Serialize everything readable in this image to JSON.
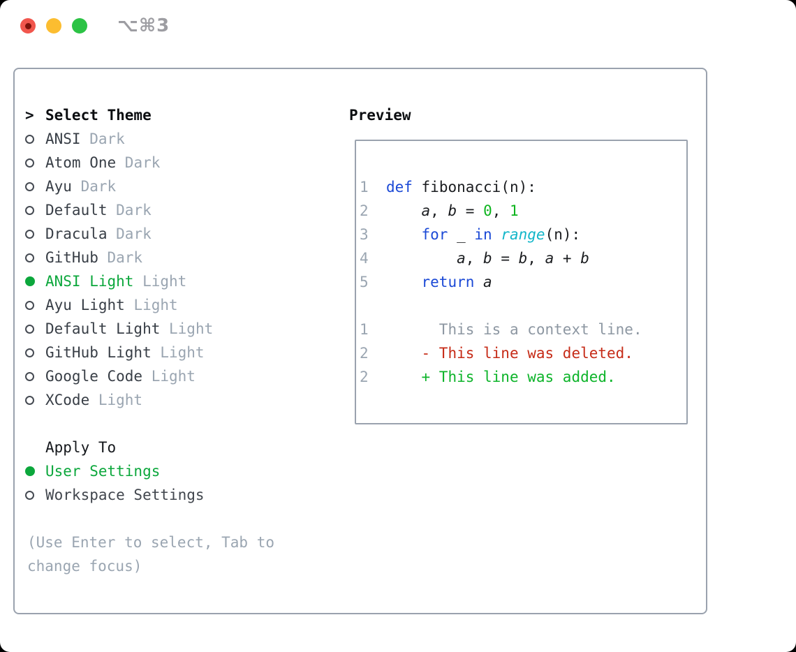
{
  "window": {
    "shortcut": "⌥⌘3",
    "traffic_lights": {
      "close": "red",
      "minimize": "yellow",
      "zoom": "green"
    }
  },
  "theme_panel": {
    "header_prefix": ">",
    "header": "Select Theme",
    "items": [
      {
        "name": "ANSI",
        "variant": "Dark",
        "selected": false
      },
      {
        "name": "Atom One",
        "variant": "Dark",
        "selected": false
      },
      {
        "name": "Ayu",
        "variant": "Dark",
        "selected": false
      },
      {
        "name": "Default",
        "variant": "Dark",
        "selected": false
      },
      {
        "name": "Dracula",
        "variant": "Dark",
        "selected": false
      },
      {
        "name": "GitHub",
        "variant": "Dark",
        "selected": false
      },
      {
        "name": "ANSI Light",
        "variant": "Light",
        "selected": true
      },
      {
        "name": "Ayu Light",
        "variant": "Light",
        "selected": false
      },
      {
        "name": "Default Light",
        "variant": "Light",
        "selected": false
      },
      {
        "name": "GitHub Light",
        "variant": "Light",
        "selected": false
      },
      {
        "name": "Google Code",
        "variant": "Light",
        "selected": false
      },
      {
        "name": "XCode",
        "variant": "Light",
        "selected": false
      }
    ],
    "apply_to": {
      "header": "Apply To",
      "options": [
        {
          "label": "User Settings",
          "selected": true
        },
        {
          "label": "Workspace Settings",
          "selected": false
        }
      ]
    },
    "help_text": "(Use Enter to select, Tab to change focus)"
  },
  "preview": {
    "header": "Preview",
    "code_lines": [
      {
        "num": "1",
        "segments": [
          [
            "plain",
            "  "
          ],
          [
            "kw",
            "def"
          ],
          [
            "plain",
            " fibonacci(n):"
          ]
        ]
      },
      {
        "num": "2",
        "segments": [
          [
            "plain",
            "      "
          ],
          [
            "var",
            "a"
          ],
          [
            "plain",
            ", "
          ],
          [
            "var",
            "b"
          ],
          [
            "plain",
            " = "
          ],
          [
            "numlit",
            "0"
          ],
          [
            "plain",
            ", "
          ],
          [
            "numlit",
            "1"
          ]
        ]
      },
      {
        "num": "3",
        "segments": [
          [
            "plain",
            "      "
          ],
          [
            "kw",
            "for"
          ],
          [
            "plain",
            " _ "
          ],
          [
            "kw",
            "in"
          ],
          [
            "plain",
            " "
          ],
          [
            "builtin",
            "range"
          ],
          [
            "plain",
            "(n):"
          ]
        ]
      },
      {
        "num": "4",
        "segments": [
          [
            "plain",
            "          "
          ],
          [
            "var",
            "a"
          ],
          [
            "plain",
            ", "
          ],
          [
            "var",
            "b"
          ],
          [
            "plain",
            " = "
          ],
          [
            "var",
            "b"
          ],
          [
            "plain",
            ", "
          ],
          [
            "var",
            "a"
          ],
          [
            "plain",
            " + "
          ],
          [
            "var",
            "b"
          ]
        ]
      },
      {
        "num": "5",
        "segments": [
          [
            "plain",
            "      "
          ],
          [
            "kw",
            "return"
          ],
          [
            "plain",
            " "
          ],
          [
            "var",
            "a"
          ]
        ]
      }
    ],
    "diff_lines": [
      {
        "num": "1",
        "segments": [
          [
            "ctx",
            "        This is a context line."
          ]
        ]
      },
      {
        "num": "2",
        "segments": [
          [
            "del",
            "      - This line was deleted."
          ]
        ]
      },
      {
        "num": "2",
        "segments": [
          [
            "add",
            "      + This line was added."
          ]
        ]
      }
    ]
  },
  "colors": {
    "accent_green": "#0ca73c",
    "keyword_blue": "#1b49d6",
    "builtin_cyan": "#12b6c9",
    "number_green": "#0db41e",
    "added_green": "#0db42a",
    "deleted_red": "#c62b17",
    "muted_gray": "#9aa5b1",
    "border_gray": "#9aa2ae",
    "traffic_red": "#f1564d",
    "traffic_yellow": "#fcbd30",
    "traffic_green": "#2cc345"
  }
}
